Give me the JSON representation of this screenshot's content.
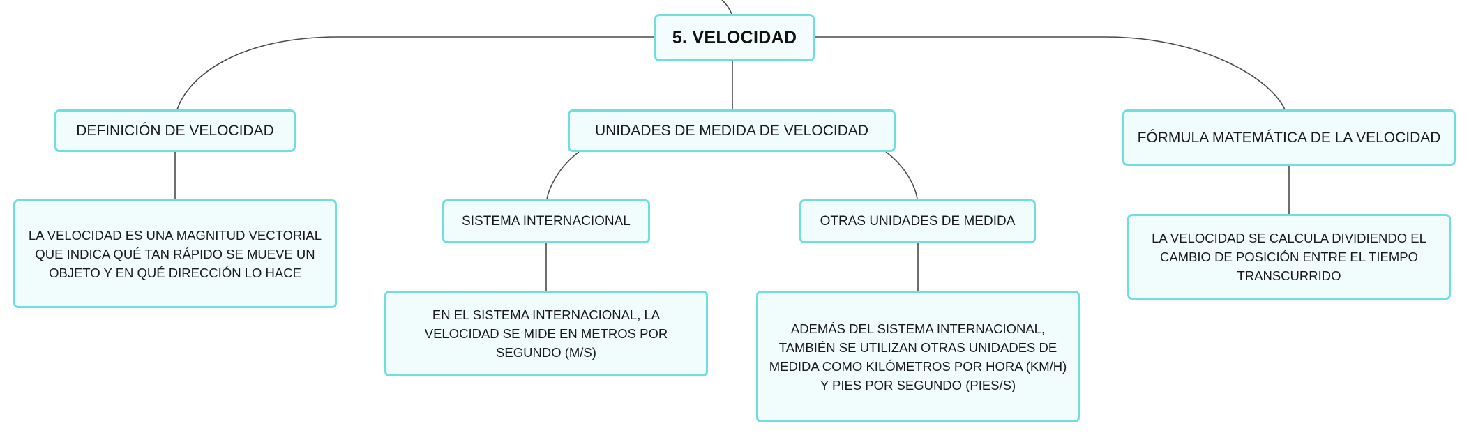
{
  "diagram": {
    "root": {
      "label": "5. VELOCIDAD"
    },
    "definicion": {
      "label": "DEFINICIÓN DE VELOCIDAD",
      "detail": "LA VELOCIDAD ES UNA MAGNITUD VECTORIAL QUE INDICA QUÉ TAN RÁPIDO SE MUEVE UN OBJETO Y EN QUÉ DIRECCIÓN LO HACE"
    },
    "unidades": {
      "label": "UNIDADES DE MEDIDA DE VELOCIDAD",
      "sistema_internacional": {
        "label": "SISTEMA INTERNACIONAL",
        "detail": "EN EL SISTEMA INTERNACIONAL, LA VELOCIDAD SE MIDE EN METROS POR SEGUNDO (M/S)"
      },
      "otras": {
        "label": "OTRAS UNIDADES DE MEDIDA",
        "detail": "ADEMÁS DEL SISTEMA INTERNACIONAL, TAMBIÉN SE UTILIZAN OTRAS UNIDADES DE MEDIDA COMO KILÓMETROS POR HORA (KM/H) Y PIES POR SEGUNDO (PIES/S)"
      }
    },
    "formula": {
      "label": "FÓRMULA MATEMÁTICA DE LA VELOCIDAD",
      "detail": "LA VELOCIDAD SE CALCULA DIVIDIENDO EL CAMBIO DE POSICIÓN ENTRE EL TIEMPO TRANSCURRIDO"
    },
    "colors": {
      "node_border": "#6fdede",
      "node_fill": "#f1fcfc",
      "connector": "#4a4a4a",
      "text": "#1a1a1a"
    }
  }
}
